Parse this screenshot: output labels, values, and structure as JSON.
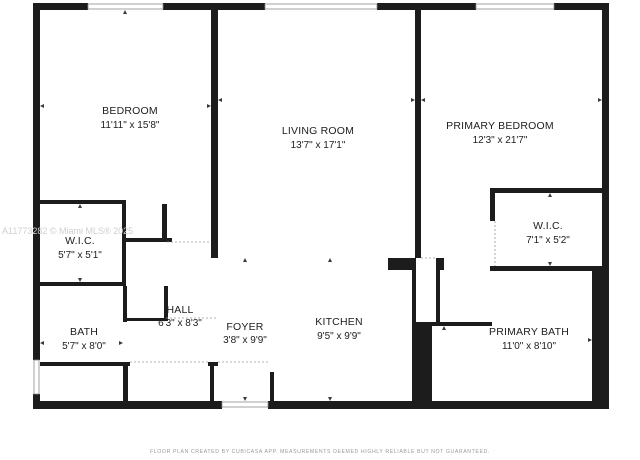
{
  "rooms": [
    {
      "id": "bedroom",
      "name": "BEDROOM",
      "dims": "11'11\" x 15'8\""
    },
    {
      "id": "living-room",
      "name": "LIVING ROOM",
      "dims": "13'7\" x 17'1\""
    },
    {
      "id": "primary-bedroom",
      "name": "PRIMARY BEDROOM",
      "dims": "12'3\" x 21'7\""
    },
    {
      "id": "wic-left",
      "name": "W.I.C.",
      "dims": "5'7\" x 5'1\""
    },
    {
      "id": "wic-right",
      "name": "W.I.C.",
      "dims": "7'1\" x 5'2\""
    },
    {
      "id": "hall",
      "name": "HALL",
      "dims": "6'3\" x 8'3\""
    },
    {
      "id": "bath",
      "name": "BATH",
      "dims": "5'7\" x 8'0\""
    },
    {
      "id": "foyer",
      "name": "FOYER",
      "dims": "3'8\" x 9'9\""
    },
    {
      "id": "kitchen",
      "name": "KITCHEN",
      "dims": "9'5\" x 9'9\""
    },
    {
      "id": "primary-bath",
      "name": "PRIMARY BATH",
      "dims": "11'0\" x 8'10\""
    }
  ],
  "watermark": "A11773282 © Miami MLS® 2025",
  "footer": "FLOOR PLAN CREATED BY CUBICASA APP. MEASUREMENTS DEEMED HIGHLY RELIABLE BUT NOT GUARANTEED."
}
